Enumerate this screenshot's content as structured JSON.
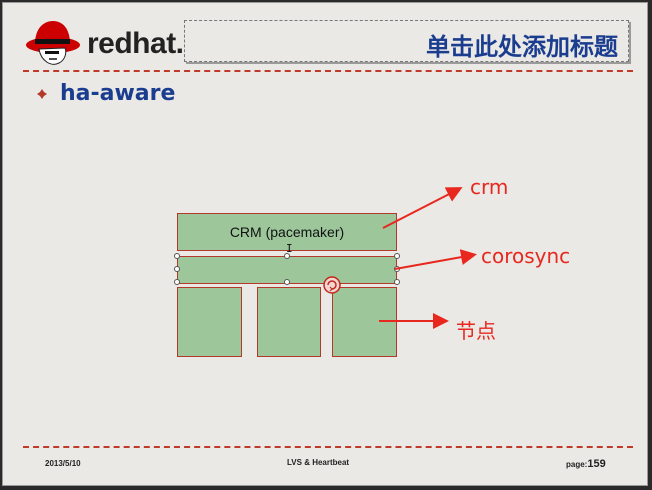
{
  "header": {
    "logo_text": "redhat.",
    "title": "单击此处添加标题"
  },
  "content": {
    "bullet_text": "ha-aware"
  },
  "diagram": {
    "crm_box_label": "CRM (pacemaker)",
    "annotations": {
      "crm": "crm",
      "corosync": "corosync",
      "nodes": "节点"
    }
  },
  "footer": {
    "date": "2013/5/10",
    "center": "LVS & Heartbeat",
    "page_label": "page:",
    "page_number": "159"
  },
  "colors": {
    "title_blue": "#1a3d8f",
    "box_green": "#9dc79b",
    "box_border": "#b33a2a",
    "annotation_red": "#e8281e",
    "rule_red": "#c03a2a"
  }
}
